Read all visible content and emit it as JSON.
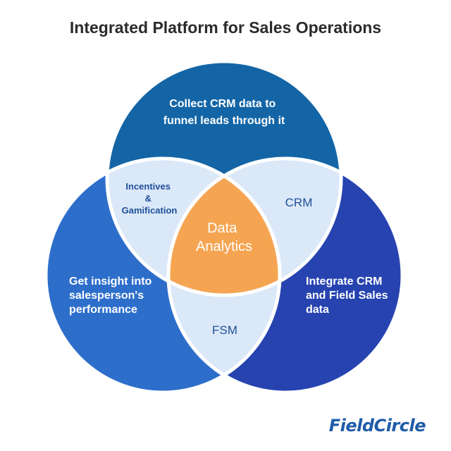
{
  "title": "Integrated Platform for Sales Operations",
  "colors": {
    "top_circle": "#1365a6",
    "left_circle": "#2d6ecb",
    "right_circle": "#2643b0",
    "overlap": "#dbe8f8",
    "center": "#f5a552",
    "overlap_text": "#1e4f99",
    "outline": "#ffffff"
  },
  "circles": {
    "top_text": [
      "Collect CRM data to",
      "funnel leads through it"
    ],
    "left_text": [
      "Get insight into",
      "salesperson's",
      "performance"
    ],
    "right_text": [
      "Integrate CRM",
      "and Field Sales",
      "data"
    ]
  },
  "overlaps": {
    "top_left": [
      "Incentives",
      "&",
      "Gamification"
    ],
    "top_right": "CRM",
    "bottom": "FSM"
  },
  "center": [
    "Data",
    "Analytics"
  ],
  "logo": "FieldCircle"
}
